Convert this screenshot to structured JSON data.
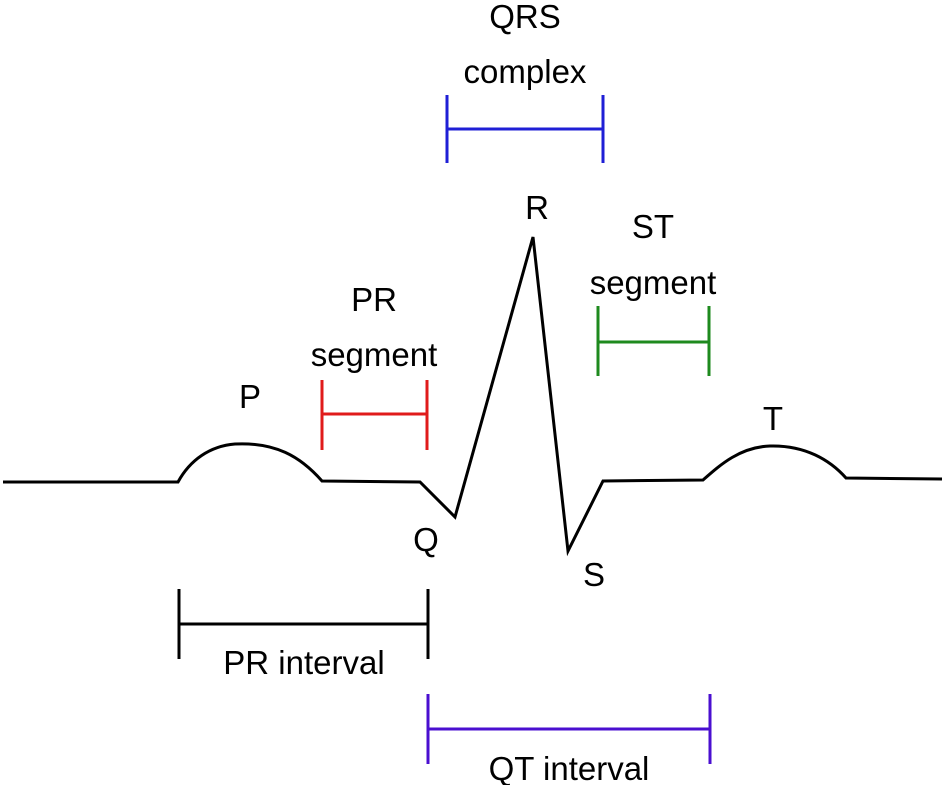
{
  "colors": {
    "trace": "#000000",
    "qrs_complex": "#1f1fd6",
    "pr_segment": "#e01b1b",
    "st_segment": "#1e8a1e",
    "pr_interval": "#000000",
    "qt_interval": "#4a0fd0"
  },
  "wave_labels": {
    "p": "P",
    "q": "Q",
    "r": "R",
    "s": "S",
    "t": "T"
  },
  "brackets": {
    "qrs_complex": {
      "line1": "QRS",
      "line2": "complex"
    },
    "pr_segment": {
      "line1": "PR",
      "line2": "segment"
    },
    "st_segment": {
      "line1": "ST",
      "line2": "segment"
    },
    "pr_interval": {
      "label": "PR interval"
    },
    "qt_interval": {
      "label": "QT interval"
    }
  }
}
